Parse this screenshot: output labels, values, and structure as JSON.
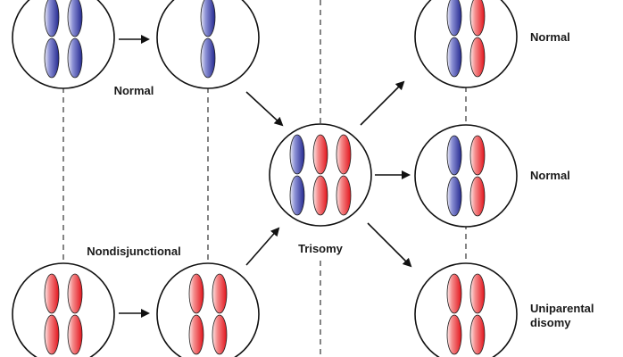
{
  "labels": {
    "normal_1": "Normal",
    "nondisjunctional": "Nondisjunctional",
    "trisomy": "Trisomy",
    "normal_2": "Normal",
    "normal_3": "Normal",
    "uniparental_line1": "Uniparental",
    "uniparental_line2": "disomy"
  },
  "colors": {
    "maternal_blue": "#2b2f9a",
    "paternal_red": "#e8252b",
    "outline": "#111111",
    "background": "#ffffff"
  },
  "cells": [
    {
      "name": "cell-parent-top",
      "chromosomes": [
        "blue",
        "blue"
      ]
    },
    {
      "name": "cell-gamete-top",
      "chromosomes": [
        "blue"
      ]
    },
    {
      "name": "cell-parent-bottom",
      "chromosomes": [
        "red",
        "red"
      ]
    },
    {
      "name": "cell-gamete-bottom",
      "chromosomes": [
        "red",
        "red"
      ]
    },
    {
      "name": "cell-trisomy",
      "chromosomes": [
        "blue",
        "red",
        "red"
      ]
    },
    {
      "name": "cell-result-normal-1",
      "chromosomes": [
        "blue",
        "red"
      ]
    },
    {
      "name": "cell-result-normal-2",
      "chromosomes": [
        "blue",
        "red"
      ]
    },
    {
      "name": "cell-result-upd",
      "chromosomes": [
        "red",
        "red"
      ]
    }
  ]
}
